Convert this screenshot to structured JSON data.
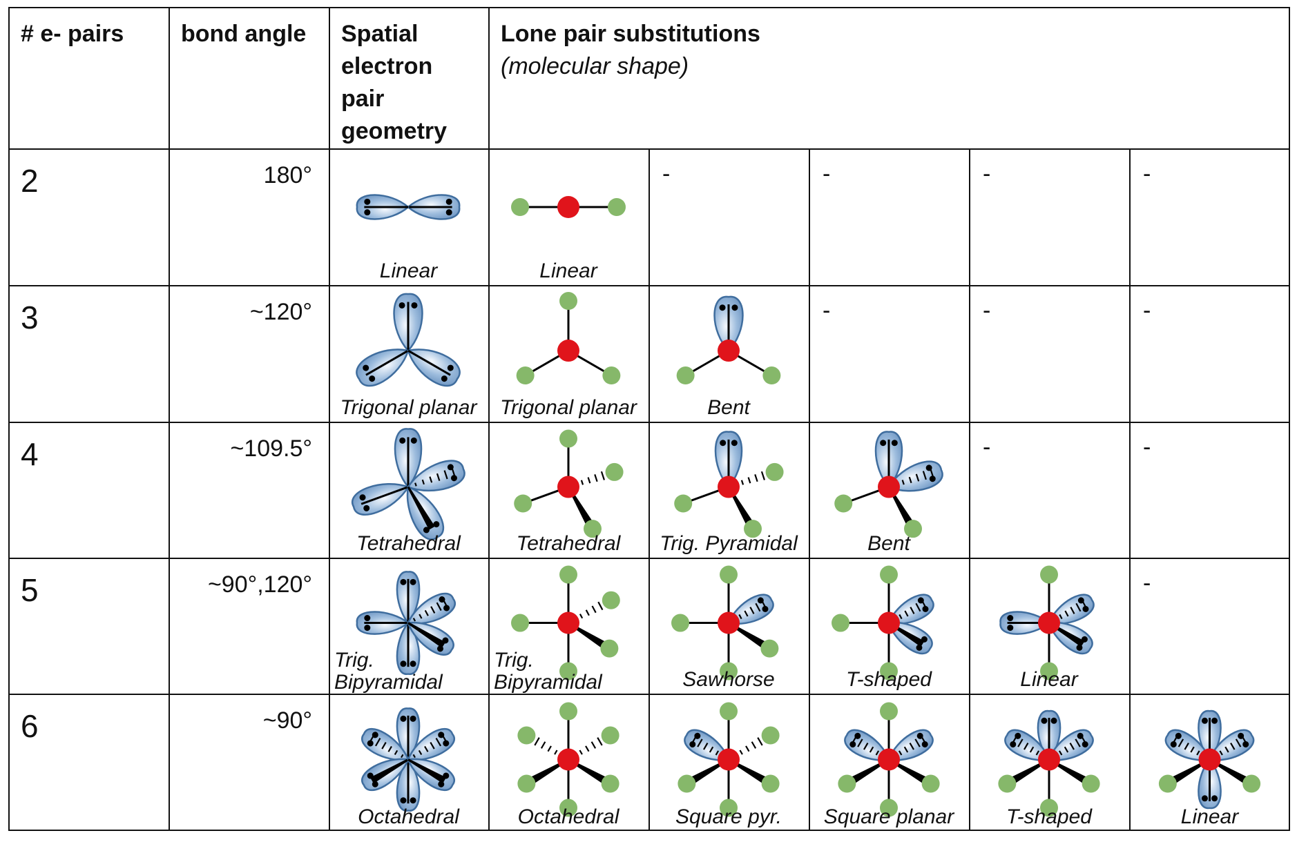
{
  "headers": {
    "pairs": "# e- pairs",
    "angle": "bond angle",
    "geometry": "Spatial electron pair geometry",
    "substitutions": "Lone pair substitutions",
    "substitutions_sub": "(molecular shape)"
  },
  "colors": {
    "lobe": "#9dbcdd",
    "lobe_edge": "#3f6d9e",
    "central_atom": "#e0141b",
    "ligand_atom": "#86b86a",
    "grid_line": "#111111"
  },
  "rows": [
    {
      "pairs": "2",
      "angle": "180°",
      "geometry": "Linear",
      "shapes": [
        {
          "name": "Linear",
          "lone_pairs": 0
        },
        {
          "name": "-"
        },
        {
          "name": "-"
        },
        {
          "name": "-"
        },
        {
          "name": "-"
        }
      ]
    },
    {
      "pairs": "3",
      "angle": "~120°",
      "geometry": "Trigonal planar",
      "shapes": [
        {
          "name": "Trigonal planar",
          "lone_pairs": 0
        },
        {
          "name": "Bent",
          "lone_pairs": 1
        },
        {
          "name": "-"
        },
        {
          "name": "-"
        },
        {
          "name": "-"
        }
      ]
    },
    {
      "pairs": "4",
      "angle": "~109.5°",
      "geometry": "Tetrahedral",
      "shapes": [
        {
          "name": "Tetrahedral",
          "lone_pairs": 0
        },
        {
          "name": "Trig. Pyramidal",
          "lone_pairs": 1
        },
        {
          "name": "Bent",
          "lone_pairs": 2
        },
        {
          "name": "-"
        },
        {
          "name": "-"
        }
      ]
    },
    {
      "pairs": "5",
      "angle": "~90°,120°",
      "geometry": "Trig. Bipyramidal",
      "shapes": [
        {
          "name": "Trig. Bipyramidal",
          "lone_pairs": 0
        },
        {
          "name": "Sawhorse",
          "lone_pairs": 1
        },
        {
          "name": "T-shaped",
          "lone_pairs": 2
        },
        {
          "name": "Linear",
          "lone_pairs": 3
        },
        {
          "name": "-"
        }
      ]
    },
    {
      "pairs": "6",
      "angle": "~90°",
      "geometry": "Octahedral",
      "shapes": [
        {
          "name": "Octahedral",
          "lone_pairs": 0
        },
        {
          "name": "Square pyr.",
          "lone_pairs": 1
        },
        {
          "name": "Square planar",
          "lone_pairs": 2
        },
        {
          "name": "T-shaped",
          "lone_pairs": 3
        },
        {
          "name": "Linear",
          "lone_pairs": 4
        }
      ]
    }
  ]
}
